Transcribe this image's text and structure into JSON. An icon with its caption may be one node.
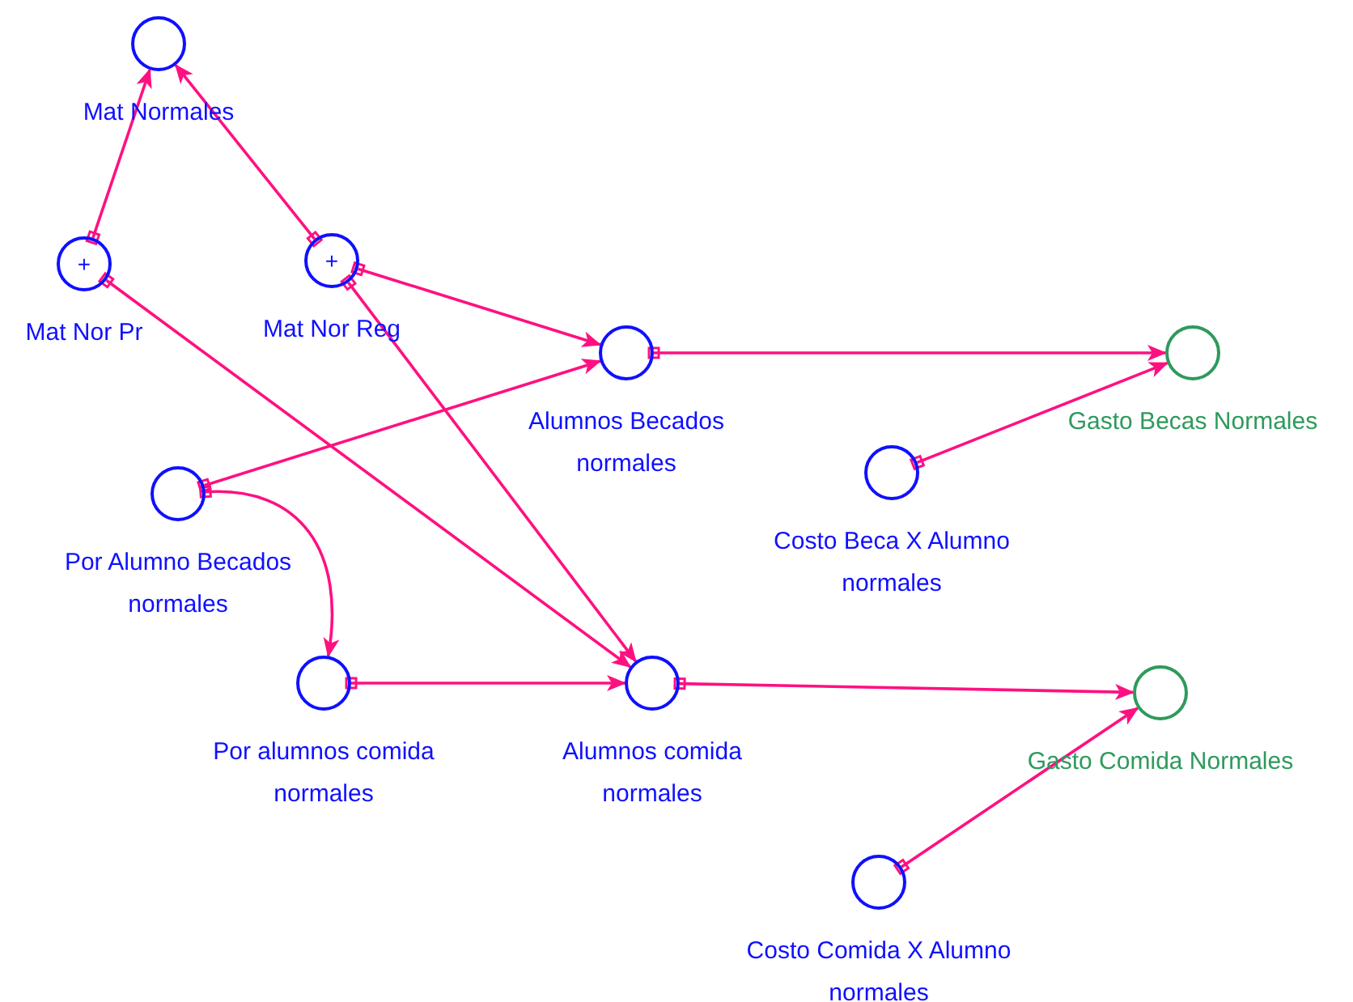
{
  "diagram": {
    "nodes": [
      {
        "text": [
          "Mat Normales"
        ]
      },
      {
        "text": [
          "+",
          "Mat Nor Pr"
        ]
      },
      {
        "text": [
          "+",
          "Mat Nor Reg"
        ]
      },
      {
        "text": [
          "Alumnos Becados normales"
        ]
      },
      {
        "text": [
          "Gasto Becas Normales"
        ]
      },
      {
        "text": [
          "Por Alumno Becados normales"
        ]
      },
      {
        "text": [
          "Costo Beca X Alumno normales"
        ]
      },
      {
        "text": [
          "Por alumnos comida normales"
        ]
      },
      {
        "text": [
          "Alumnos comida normales"
        ]
      },
      {
        "text": [
          "Gasto Comida Normales"
        ]
      },
      {
        "text": [
          "Costo Comida X Alumno normales"
        ]
      }
    ],
    "edges": [
      {
        "from": 1,
        "to": 0,
        "arrow": "to"
      },
      {
        "from": 2,
        "to": 0,
        "arrow": "to"
      },
      {
        "from": 2,
        "to": 3,
        "arrow": "to"
      },
      {
        "from": 2,
        "to": 8,
        "arrow": "to"
      },
      {
        "from": 1,
        "to": 8,
        "arrow": "to"
      },
      {
        "from": 5,
        "to": 3,
        "arrow": "to"
      },
      {
        "from": 5,
        "to": 7,
        "arrow": "to"
      },
      {
        "from": 7,
        "to": 8,
        "arrow": "to"
      },
      {
        "from": 3,
        "to": 4,
        "arrow": "to"
      },
      {
        "from": 6,
        "to": 4,
        "arrow": "to"
      },
      {
        "from": 8,
        "to": 9,
        "arrow": "to"
      },
      {
        "from": 10,
        "to": 9,
        "arrow": "to"
      }
    ]
  }
}
